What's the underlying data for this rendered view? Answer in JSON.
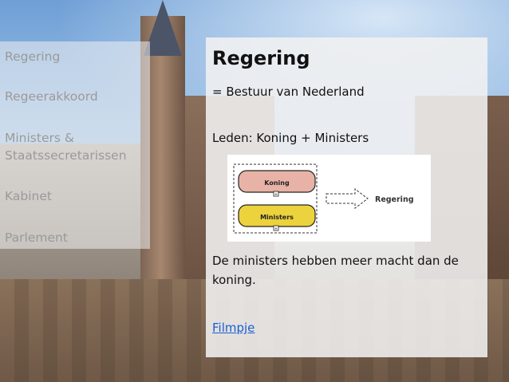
{
  "menu": {
    "items": [
      {
        "label": "Regering"
      },
      {
        "label": "Regeerakkoord"
      },
      {
        "label": "Ministers & Staatssecretarissen"
      },
      {
        "label": "Kabinet"
      },
      {
        "label": "Parlement"
      }
    ]
  },
  "panel": {
    "title": "Regering",
    "definition": "= Bestuur van Nederland",
    "members": "Leden: Koning + Ministers",
    "statement": "De ministers hebben meer macht dan de koning.",
    "link": "Filmpje"
  },
  "diagram": {
    "box1": "Koning",
    "box2": "Ministers",
    "target": "Regering",
    "colors": {
      "koning_fill": "#e8b3a6",
      "ministers_fill": "#ecd23d"
    }
  }
}
